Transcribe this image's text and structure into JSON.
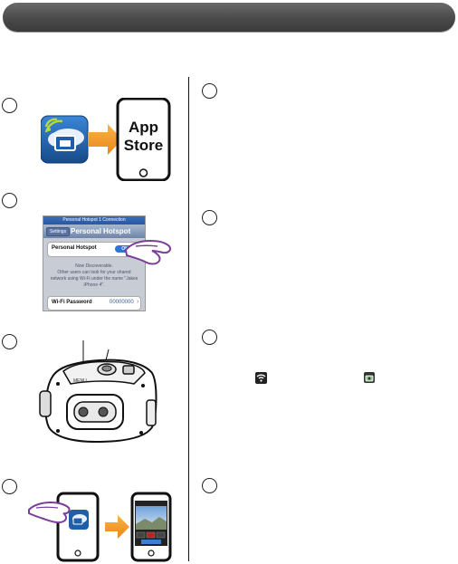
{
  "step1": {
    "store_line1": "App",
    "store_line2": "Store"
  },
  "step2": {
    "status_bar": "Personal Hotspot 1 Connection",
    "back_button": "Settings",
    "nav_title": "Personal Hotspot",
    "hotspot_label": "Personal Hotspot",
    "toggle_state": "ON",
    "info_line1": "Now Discoverable.",
    "info_line2": "Other users can look for your shared",
    "info_line3": "network using Wi-Fi under the name \"Jakes",
    "info_line4": "iPhone 4\".",
    "wifi_label": "Wi-Fi Password",
    "wifi_value": "00000000"
  },
  "step3": {
    "menu_label": "MENU"
  },
  "colors": {
    "arrow": "#f39a1e",
    "app_icon": "#1f5fa8",
    "hand": "#7b3f9a"
  }
}
